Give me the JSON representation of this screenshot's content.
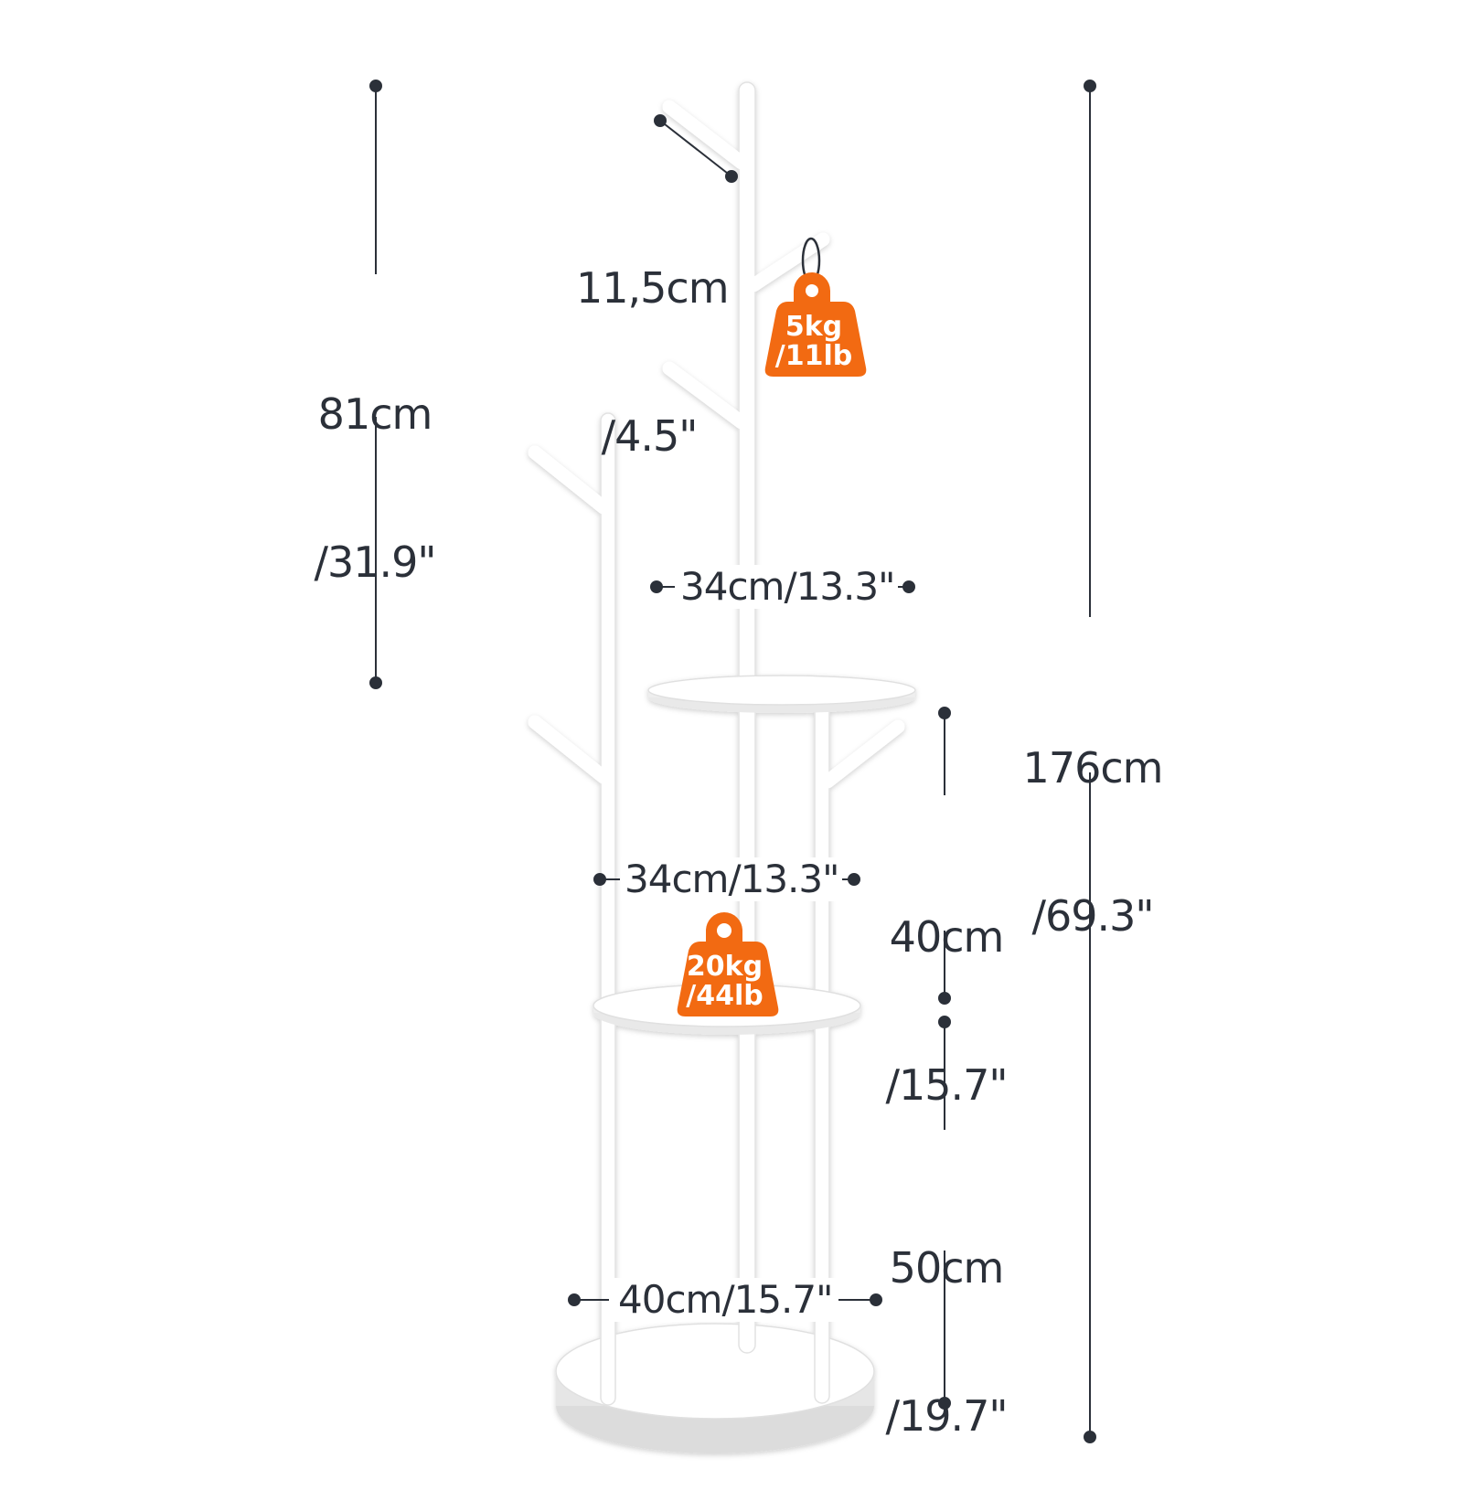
{
  "dimensions": {
    "total_height": {
      "metric": "176cm",
      "imperial": "/69.3\""
    },
    "upper_height": {
      "metric": "81cm",
      "imperial": "/31.9\""
    },
    "hook_length": {
      "metric": "11,5cm",
      "imperial": "/4.5\""
    },
    "top_shelf_width": "34cm/13.3\"",
    "middle_shelf_width": "34cm/13.3\"",
    "base_width": "40cm/15.7\"",
    "shelf_gap": {
      "metric": "40cm",
      "imperial": "/15.7\""
    },
    "lower_height": {
      "metric": "50cm",
      "imperial": "/19.7\""
    }
  },
  "load_ratings": {
    "hook": {
      "metric": "5kg",
      "imperial": "/11lb"
    },
    "shelf": {
      "metric": "20kg",
      "imperial": "/44lb"
    }
  },
  "colors": {
    "accent_orange": "#f26a12",
    "line_dark": "#2b3039",
    "rack_white": "#ffffff",
    "rack_shade": "#e6e6e6"
  }
}
